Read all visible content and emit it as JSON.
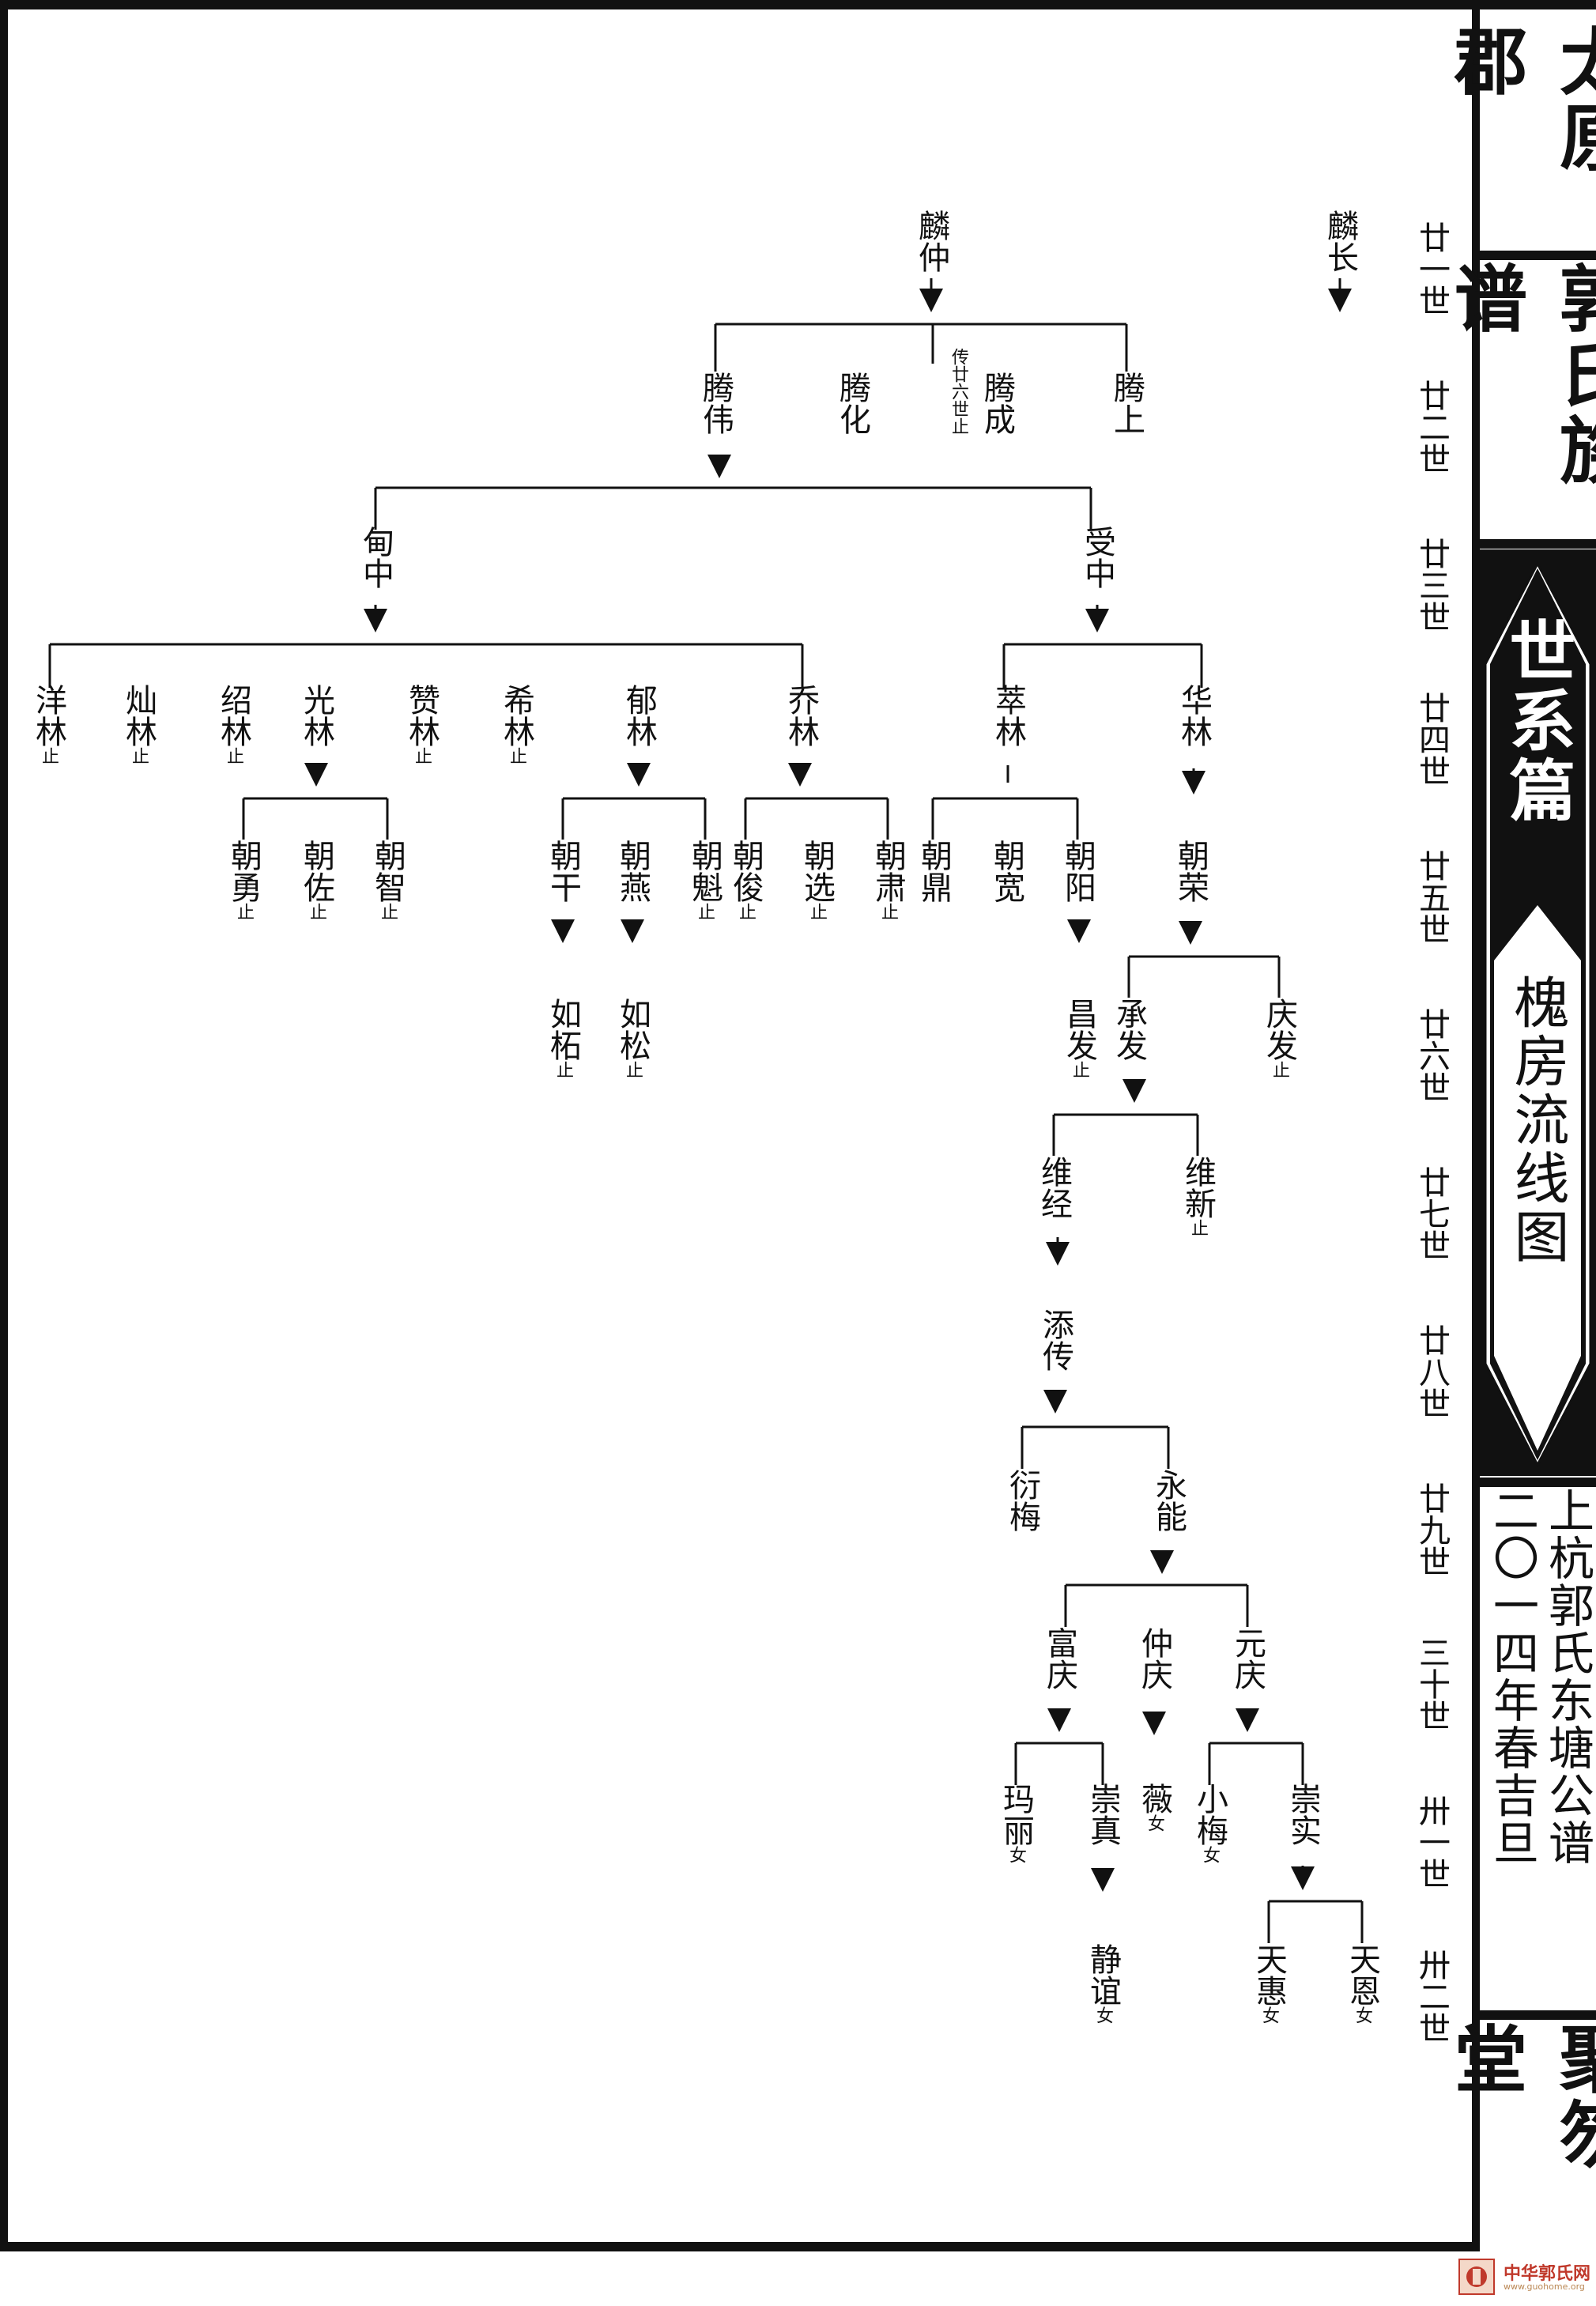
{
  "header": {
    "clan_name": "太原郡",
    "book_title": "郭氏族谱",
    "chapter_title": "世系篇",
    "section_title": "槐房流线图",
    "publisher_line1": "上杭郭氏东塘公谱",
    "publisher_line2": "二〇一四年春吉旦",
    "hall_name": "聚笏堂"
  },
  "generations": [
    "廿一世",
    "廿二世",
    "廿三世",
    "廿四世",
    "廿五世",
    "廿六世",
    "廿七世",
    "廿八世",
    "廿九世",
    "三十世",
    "卅一世",
    "卅二世"
  ],
  "stop_mark": "止",
  "daughter_mark": "女",
  "arrow": "→",
  "persons": {
    "linchang": "麟长",
    "linzhong": "麟仲",
    "tengshang": "腾上",
    "tengcheng": "腾成",
    "tengcheng_note": "传廿六世止",
    "tenghua": "腾化",
    "tengwei": "腾伟",
    "shouzhong": "受中",
    "dianzhong": "甸中",
    "hualin": "华林",
    "cuilin": "萃林",
    "qiaolin": "乔林",
    "yulin": "郁林",
    "xilin": "希林",
    "zanlin": "赞林",
    "guanglin": "光林",
    "shaolin": "绍林",
    "xianlin": "灿林",
    "yanglin": "洋林",
    "chaorong": "朝荣",
    "chaoyang": "朝阳",
    "chaokuan": "朝宽",
    "chaoding": "朝鼎",
    "chaosu": "朝肃",
    "chaoxuan": "朝选",
    "chaojun": "朝俊",
    "chaokui": "朝魁",
    "chaoyan": "朝燕",
    "chaogan": "朝干",
    "chaozhi": "朝智",
    "chaozuo": "朝佐",
    "chaoyong": "朝勇",
    "qingfa": "庆发",
    "chengfa": "承发",
    "changfa": "昌发",
    "rusong": "如松",
    "ruzhe": "如柘",
    "weixin": "维新",
    "weijing": "维经",
    "tianchuan": "添传",
    "yongneng": "永能",
    "yanmei": "衍梅",
    "yuanqing": "元庆",
    "zhongqing": "仲庆",
    "fuqing": "富庆",
    "chongshi": "崇实",
    "xiaomei": "小梅",
    "wei": "薇",
    "chongzhen": "崇真",
    "mali": "玛丽",
    "tianen": "天恩",
    "tianhui": "天惠",
    "jingyi": "静谊"
  },
  "watermark": {
    "site": "中华郭氏网",
    "url": "www.guohome.org"
  },
  "colors": {
    "ink": "#111111",
    "paper": "#ffffff",
    "band": "#111111",
    "watermark": "#c0392b"
  }
}
